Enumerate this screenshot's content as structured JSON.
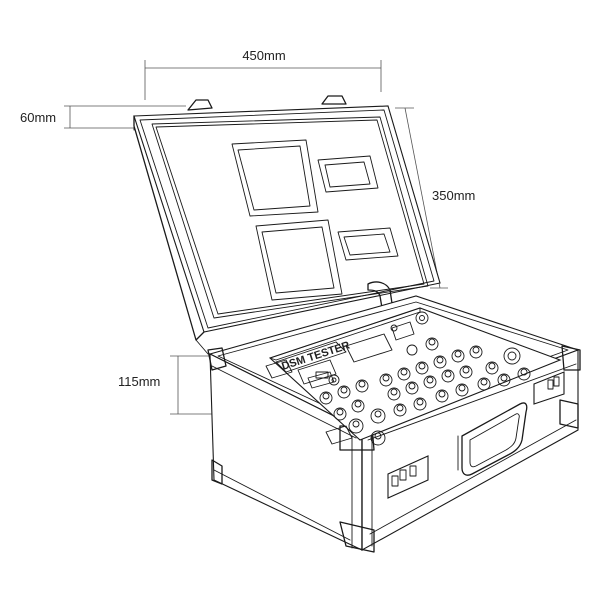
{
  "dimensions": {
    "width": "450mm",
    "lid_depth": "60mm",
    "depth": "350mm",
    "base_height": "115mm"
  },
  "panel": {
    "label": "DSM TESTER"
  },
  "colors": {
    "line": "#1a1a1a",
    "dimension_line": "#555555",
    "background": "#ffffff"
  },
  "icons": {
    "knob": "round-knob",
    "connector": "banana-jack",
    "latch": "toggle-latch",
    "handle": "carry-handle"
  }
}
